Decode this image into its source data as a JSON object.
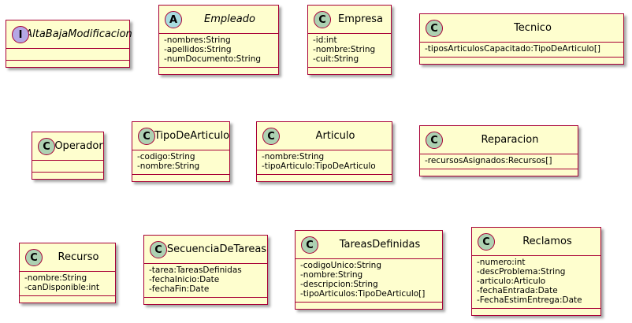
{
  "classes": [
    {
      "id": "altabaja",
      "stereotype": "I",
      "name": "AltaBajaModificacion",
      "italic": true,
      "attributes": []
    },
    {
      "id": "empleado",
      "stereotype": "A",
      "name": "Empleado",
      "italic": true,
      "attributes": [
        "-nombres:String",
        "-apellidos:String",
        "-numDocumento:String"
      ]
    },
    {
      "id": "empresa",
      "stereotype": "C",
      "name": "Empresa",
      "italic": false,
      "attributes": [
        "-id:int",
        "-nombre:String",
        "-cuit:String"
      ]
    },
    {
      "id": "tecnico",
      "stereotype": "C",
      "name": "Tecnico",
      "italic": false,
      "attributes": [
        "-tiposArticulosCapacitado:TipoDeArticulo[]"
      ]
    },
    {
      "id": "operador",
      "stereotype": "C",
      "name": "Operador",
      "italic": false,
      "attributes": []
    },
    {
      "id": "tipodearticulo",
      "stereotype": "C",
      "name": "TipoDeArticulo",
      "italic": false,
      "attributes": [
        "-codigo:String",
        "-nombre:String"
      ]
    },
    {
      "id": "articulo",
      "stereotype": "C",
      "name": "Articulo",
      "italic": false,
      "attributes": [
        "-nombre:String",
        "-tipoArticulo:TipoDeArticulo"
      ]
    },
    {
      "id": "reparacion",
      "stereotype": "C",
      "name": "Reparacion",
      "italic": false,
      "attributes": [
        "-recursosAsignados:Recursos[]"
      ]
    },
    {
      "id": "recurso",
      "stereotype": "C",
      "name": "Recurso",
      "italic": false,
      "attributes": [
        "-nombre:String",
        "-canDisponible:int"
      ]
    },
    {
      "id": "secuenciadetareas",
      "stereotype": "C",
      "name": "SecuenciaDeTareas",
      "italic": false,
      "attributes": [
        "-tarea:TareasDefinidas",
        "-fechaInicio:Date",
        "-fechaFin:Date"
      ]
    },
    {
      "id": "tareasdefinidas",
      "stereotype": "C",
      "name": "TareasDefinidas",
      "italic": false,
      "attributes": [
        "-codigoUnico:String",
        "-nombre:String",
        "-descripcion:String",
        "-tipoArticulos:TipoDeArticulo[]"
      ]
    },
    {
      "id": "reclamos",
      "stereotype": "C",
      "name": "Reclamos",
      "italic": false,
      "attributes": [
        "-numero:int",
        "-descProblema:String",
        "-articulo:Articulo",
        "-fechaEntrada:Date",
        "-FechaEstimEntrega:Date"
      ]
    }
  ]
}
